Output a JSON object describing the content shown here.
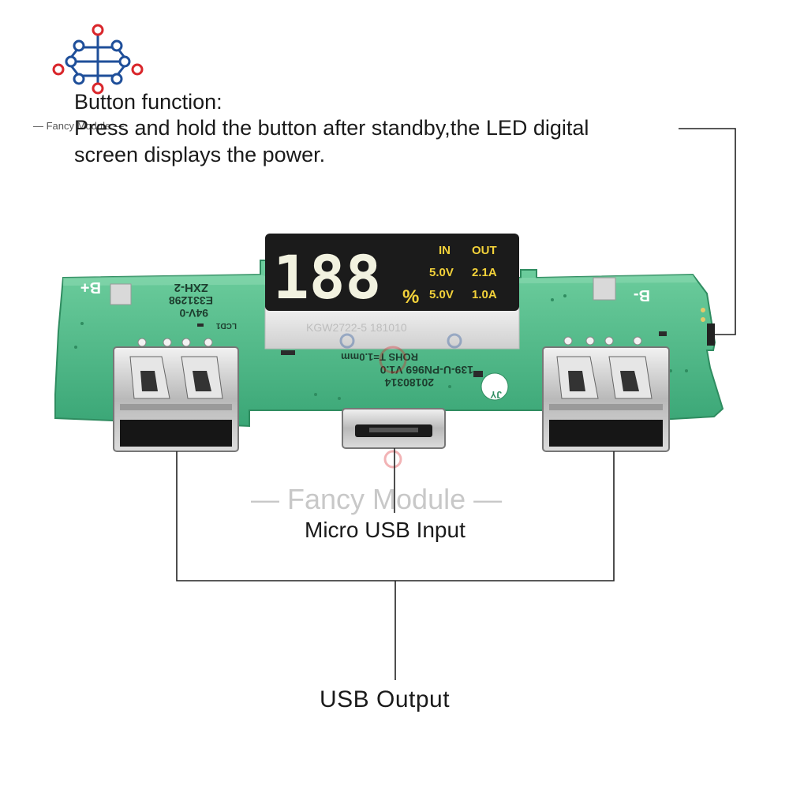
{
  "watermark": {
    "brand_small": "— Fancy Module —",
    "brand_center": "— Fancy Module —"
  },
  "annotations": {
    "button_title": "Button function:",
    "button_line1": "Press and hold the button after standby,the LED digital",
    "button_line2": "screen displays the power.",
    "micro_usb": "Micro USB Input",
    "usb_output": "USB Output"
  },
  "display": {
    "digits": "188",
    "percent": "%",
    "in_label": "IN",
    "out_label": "OUT",
    "in_row1": "5.0V",
    "out_row1": "2.1A",
    "in_row2": "5.0V",
    "out_row2": "1.0A",
    "part_code": "KGW2722-5 181010"
  },
  "pcb_silkscreen": {
    "b_plus": "B+",
    "b_minus": "B-",
    "cert1": "94V-0",
    "cert2": "E331298",
    "model": "ZXH-2",
    "lcd": "LCD1",
    "rohs": "ROHS  T=1.0mm",
    "board_id": "139-U-PN969  V1.0",
    "date": "20180314",
    "logo": "JY"
  },
  "colors": {
    "pcb_green": "#48b98a",
    "display_black": "#1b1b1b",
    "digit_white": "#f2f2e0",
    "label_yellow": "#f3d23a",
    "line": "#222222"
  }
}
